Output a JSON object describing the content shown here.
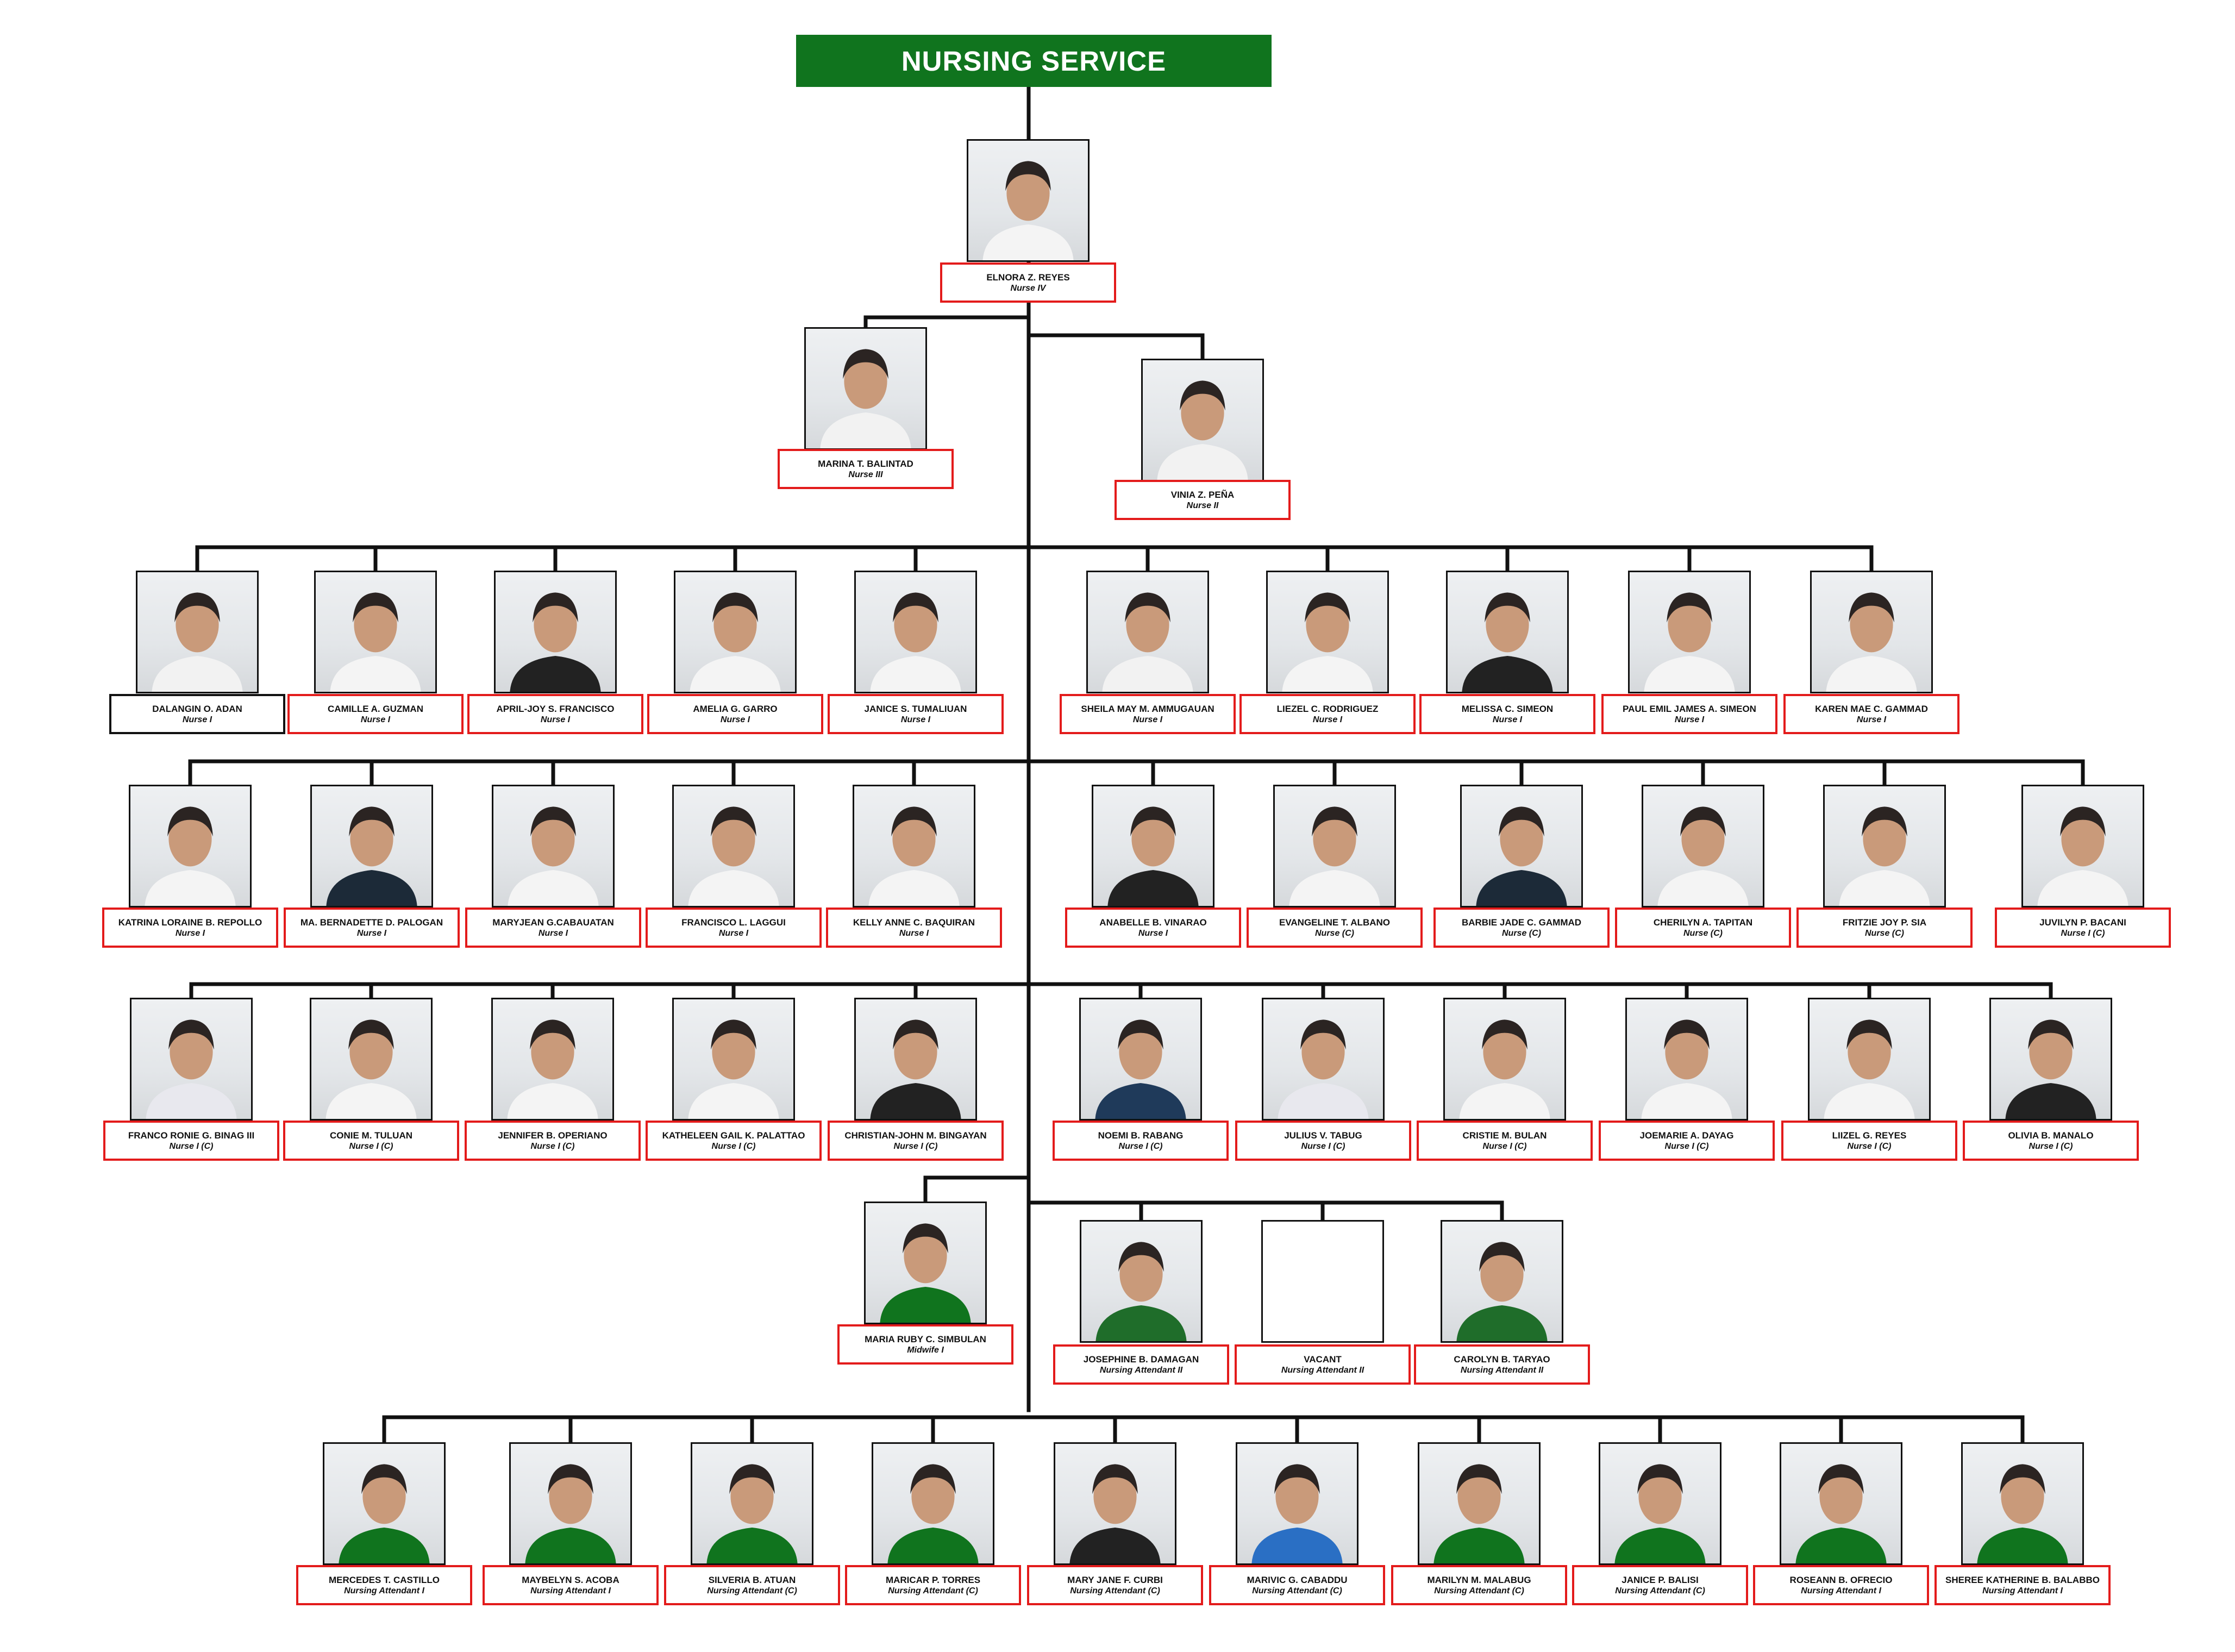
{
  "title": "NURSING SERVICE",
  "colors": {
    "header_green": "#10741e",
    "card_border": "#e31b1b",
    "line": "#111111"
  },
  "people": [
    {
      "name": "ELNORA Z. REYES",
      "position": "Nurse IV"
    },
    {
      "name": "MARINA T. BALINTAD",
      "position": "Nurse III"
    },
    {
      "name": "VINIA Z. PEÑA",
      "position": "Nurse II"
    },
    {
      "name": "DALANGIN O. ADAN",
      "position": "Nurse I"
    },
    {
      "name": "CAMILLE A. GUZMAN",
      "position": "Nurse I"
    },
    {
      "name": "APRIL-JOY S. FRANCISCO",
      "position": "Nurse I"
    },
    {
      "name": "AMELIA G. GARRO",
      "position": "Nurse I"
    },
    {
      "name": "JANICE S. TUMALIUAN",
      "position": "Nurse I"
    },
    {
      "name": "SHEILA MAY M. AMMUGAUAN",
      "position": "Nurse I"
    },
    {
      "name": "LIEZEL C. RODRIGUEZ",
      "position": "Nurse I"
    },
    {
      "name": "MELISSA C. SIMEON",
      "position": "Nurse I"
    },
    {
      "name": "PAUL EMIL JAMES A. SIMEON",
      "position": "Nurse I"
    },
    {
      "name": "KAREN MAE C. GAMMAD",
      "position": "Nurse I"
    },
    {
      "name": "KATRINA LORAINE B. REPOLLO",
      "position": "Nurse I"
    },
    {
      "name": "MA. BERNADETTE D. PALOGAN",
      "position": "Nurse I"
    },
    {
      "name": "MARYJEAN G.CABAUATAN",
      "position": "Nurse I"
    },
    {
      "name": "FRANCISCO L. LAGGUI",
      "position": "Nurse I"
    },
    {
      "name": "KELLY ANNE C. BAQUIRAN",
      "position": "Nurse I"
    },
    {
      "name": "ANABELLE B. VINARAO",
      "position": "Nurse I"
    },
    {
      "name": "EVANGELINE T. ALBANO",
      "position": "Nurse (C)"
    },
    {
      "name": "BARBIE JADE C. GAMMAD",
      "position": "Nurse (C)"
    },
    {
      "name": "CHERILYN A. TAPITAN",
      "position": "Nurse (C)"
    },
    {
      "name": "FRITZIE JOY P. SIA",
      "position": "Nurse (C)"
    },
    {
      "name": "JUVILYN P. BACANI",
      "position": "Nurse I (C)"
    },
    {
      "name": "FRANCO RONIE G. BINAG III",
      "position": "Nurse I (C)"
    },
    {
      "name": "CONIE M. TULUAN",
      "position": "Nurse I (C)"
    },
    {
      "name": "JENNIFER B. OPERIANO",
      "position": "Nurse I (C)"
    },
    {
      "name": "KATHELEEN GAIL K. PALATTAO",
      "position": "Nurse I (C)"
    },
    {
      "name": "CHRISTIAN-JOHN M. BINGAYAN",
      "position": "Nurse I (C)"
    },
    {
      "name": "NOEMI B. RABANG",
      "position": "Nurse I (C)"
    },
    {
      "name": "JULIUS V. TABUG",
      "position": "Nurse I (C)"
    },
    {
      "name": "CRISTIE M. BULAN",
      "position": "Nurse I (C)"
    },
    {
      "name": "JOEMARIE A. DAYAG",
      "position": "Nurse I (C)"
    },
    {
      "name": "LIIZEL G. REYES",
      "position": "Nurse I (C)"
    },
    {
      "name": "OLIVIA B. MANALO",
      "position": "Nurse I (C)"
    },
    {
      "name": "MARIA RUBY C. SIMBULAN",
      "position": "Midwife I"
    },
    {
      "name": "JOSEPHINE B. DAMAGAN",
      "position": "Nursing Attendant II"
    },
    {
      "name": "VACANT",
      "position": "Nursing Attendant II"
    },
    {
      "name": "CAROLYN B. TARYAO",
      "position": "Nursing Attendant II"
    },
    {
      "name": "MERCEDES T. CASTILLO",
      "position": "Nursing Attendant I"
    },
    {
      "name": "MAYBELYN S. ACOBA",
      "position": "Nursing Attendant I"
    },
    {
      "name": "SILVERIA B. ATUAN",
      "position": "Nursing Attendant (C)"
    },
    {
      "name": "MARICAR P. TORRES",
      "position": "Nursing Attendant (C)"
    },
    {
      "name": "MARY JANE F. CURBI",
      "position": "Nursing Attendant (C)"
    },
    {
      "name": "MARIVIC G. CABADDU",
      "position": "Nursing Attendant (C)"
    },
    {
      "name": "MARILYN M. MALABUG",
      "position": "Nursing Attendant (C)"
    },
    {
      "name": "JANICE P. BALISI",
      "position": "Nursing Attendant (C)"
    },
    {
      "name": "ROSEANN B. OFRECIO",
      "position": "Nursing Attendant I"
    },
    {
      "name": "SHEREE KATHERINE B. BALABBO",
      "position": "Nursing Attendant I"
    }
  ]
}
